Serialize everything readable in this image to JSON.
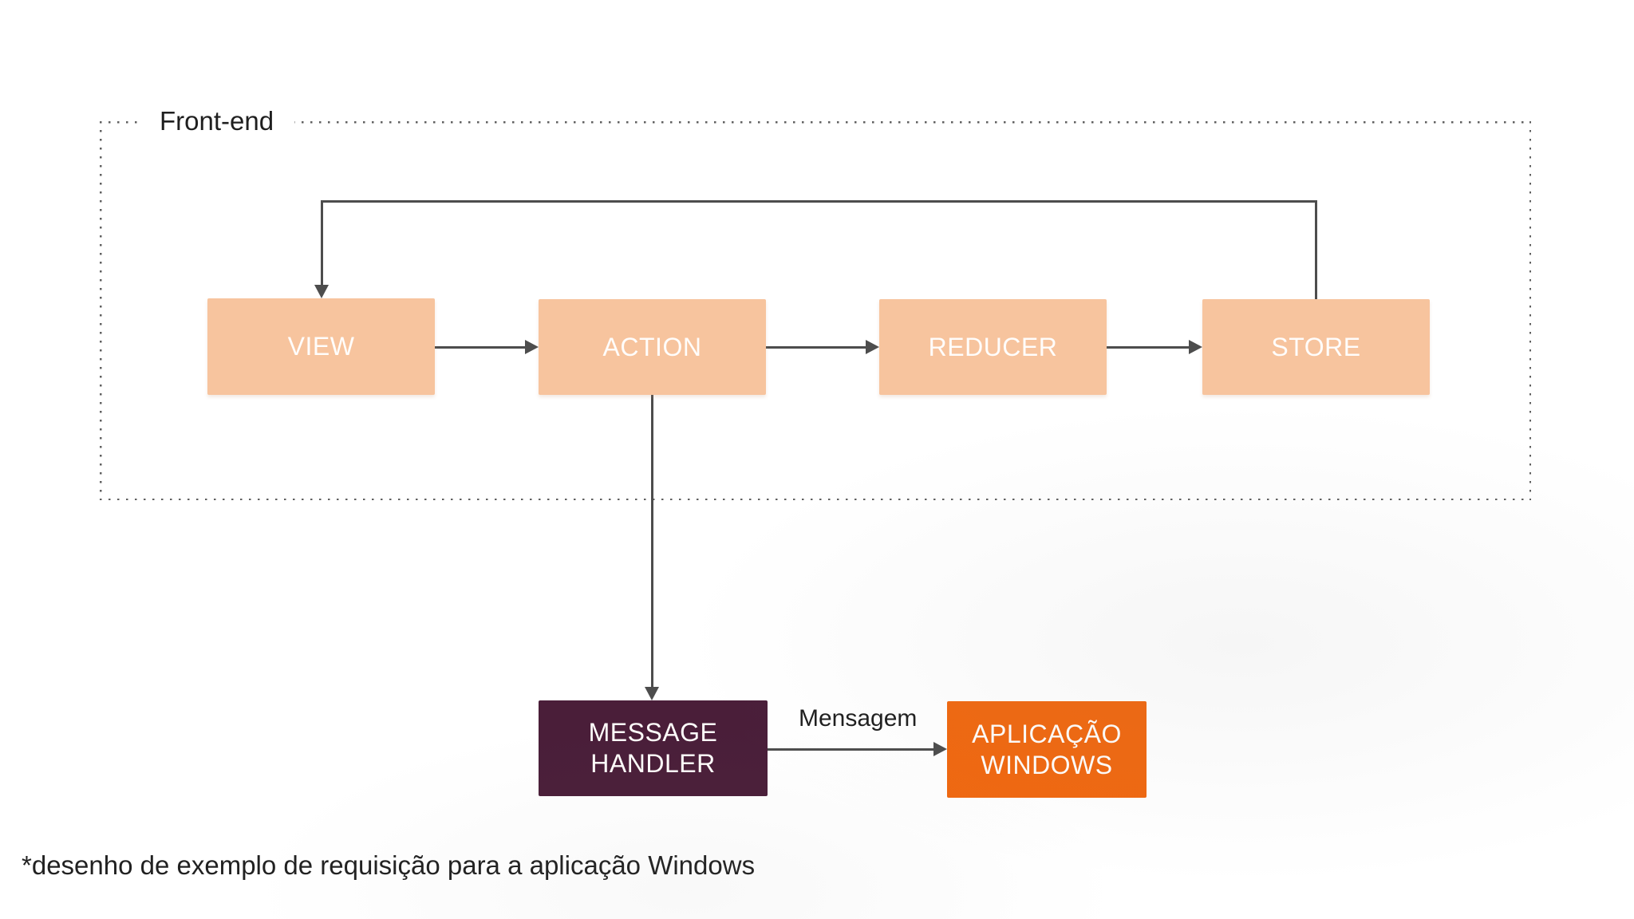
{
  "colors": {
    "node_fill_peach": "#f7c49e",
    "node_fill_plum": "#4a1e39",
    "node_fill_orange": "#f06810",
    "node_text": "#ffffff",
    "connector": "#4d4d4d",
    "group_border_dots": "#5f5f5f",
    "label_text": "#1f1f1f",
    "background": "#ffffff"
  },
  "diagram": {
    "frontend_group": {
      "label": "Front-end",
      "nodes": [
        {
          "id": "view",
          "label": "VIEW"
        },
        {
          "id": "action",
          "label": "ACTION"
        },
        {
          "id": "reducer",
          "label": "REDUCER"
        },
        {
          "id": "store",
          "label": "STORE"
        }
      ]
    },
    "nodes": {
      "message_handler": {
        "label": "MESSAGE\nHANDLER"
      },
      "windows_app": {
        "label": "APLICAÇÃO\nWINDOWS"
      }
    },
    "edges": {
      "mensagem_label": "Mensagem"
    },
    "footnote": "*desenho de exemplo de requisição para a aplicação Windows"
  }
}
